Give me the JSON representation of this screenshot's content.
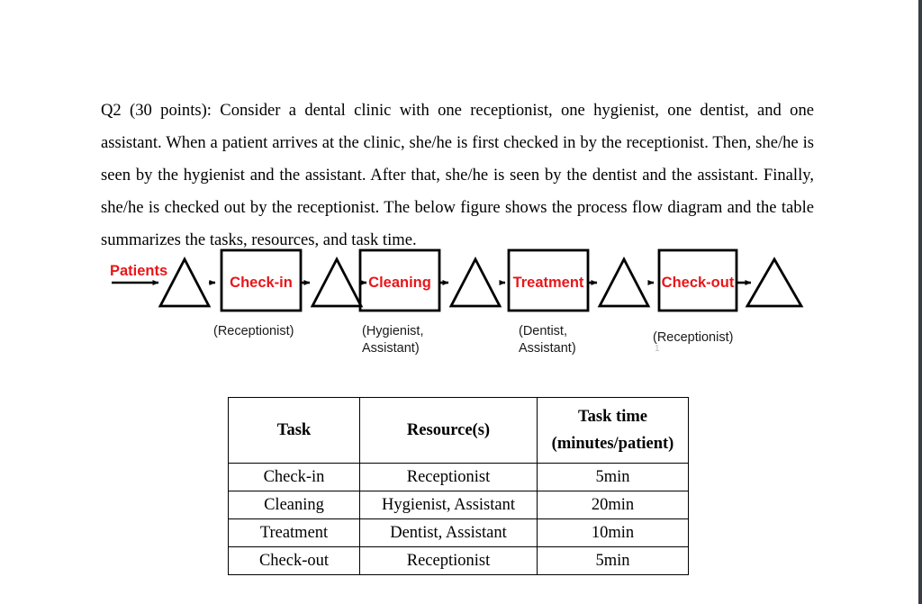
{
  "document": {
    "question": {
      "text": "Q2 (30 points): Consider a dental clinic with one receptionist, one hygienist, one dentist, and one assistant. When a patient arrives at the clinic, she/he is first checked in by the receptionist. Then, she/he is seen by the hygienist and the assistant. After that, she/he is seen by the dentist and the assistant. Finally, she/he is checked out by the receptionist. The below figure shows the process flow diagram and the table summarizes the tasks, resources, and task time."
    },
    "flow_diagram": {
      "input_label": "Patients",
      "accent_color": "#E8161A",
      "page_number_artifact": "1",
      "steps": [
        {
          "label": "Check-in",
          "caption": "(Receptionist)"
        },
        {
          "label": "Cleaning",
          "caption": "(Hygienist,\nAssistant)"
        },
        {
          "label": "Treatment",
          "caption": "(Dentist,\nAssistant)"
        },
        {
          "label": "Check-out",
          "caption": "(Receptionist)"
        }
      ]
    },
    "table": {
      "headers": {
        "task": "Task",
        "resource": "Resource(s)",
        "time_line1": "Task time",
        "time_line2": "(minutes/patient)"
      },
      "rows": [
        {
          "task": "Check-in",
          "resource": "Receptionist",
          "time": "5min"
        },
        {
          "task": "Cleaning",
          "resource": "Hygienist, Assistant",
          "time": "20min"
        },
        {
          "task": "Treatment",
          "resource": "Dentist, Assistant",
          "time": "10min"
        },
        {
          "task": "Check-out",
          "resource": "Receptionist",
          "time": "5min"
        }
      ]
    }
  }
}
